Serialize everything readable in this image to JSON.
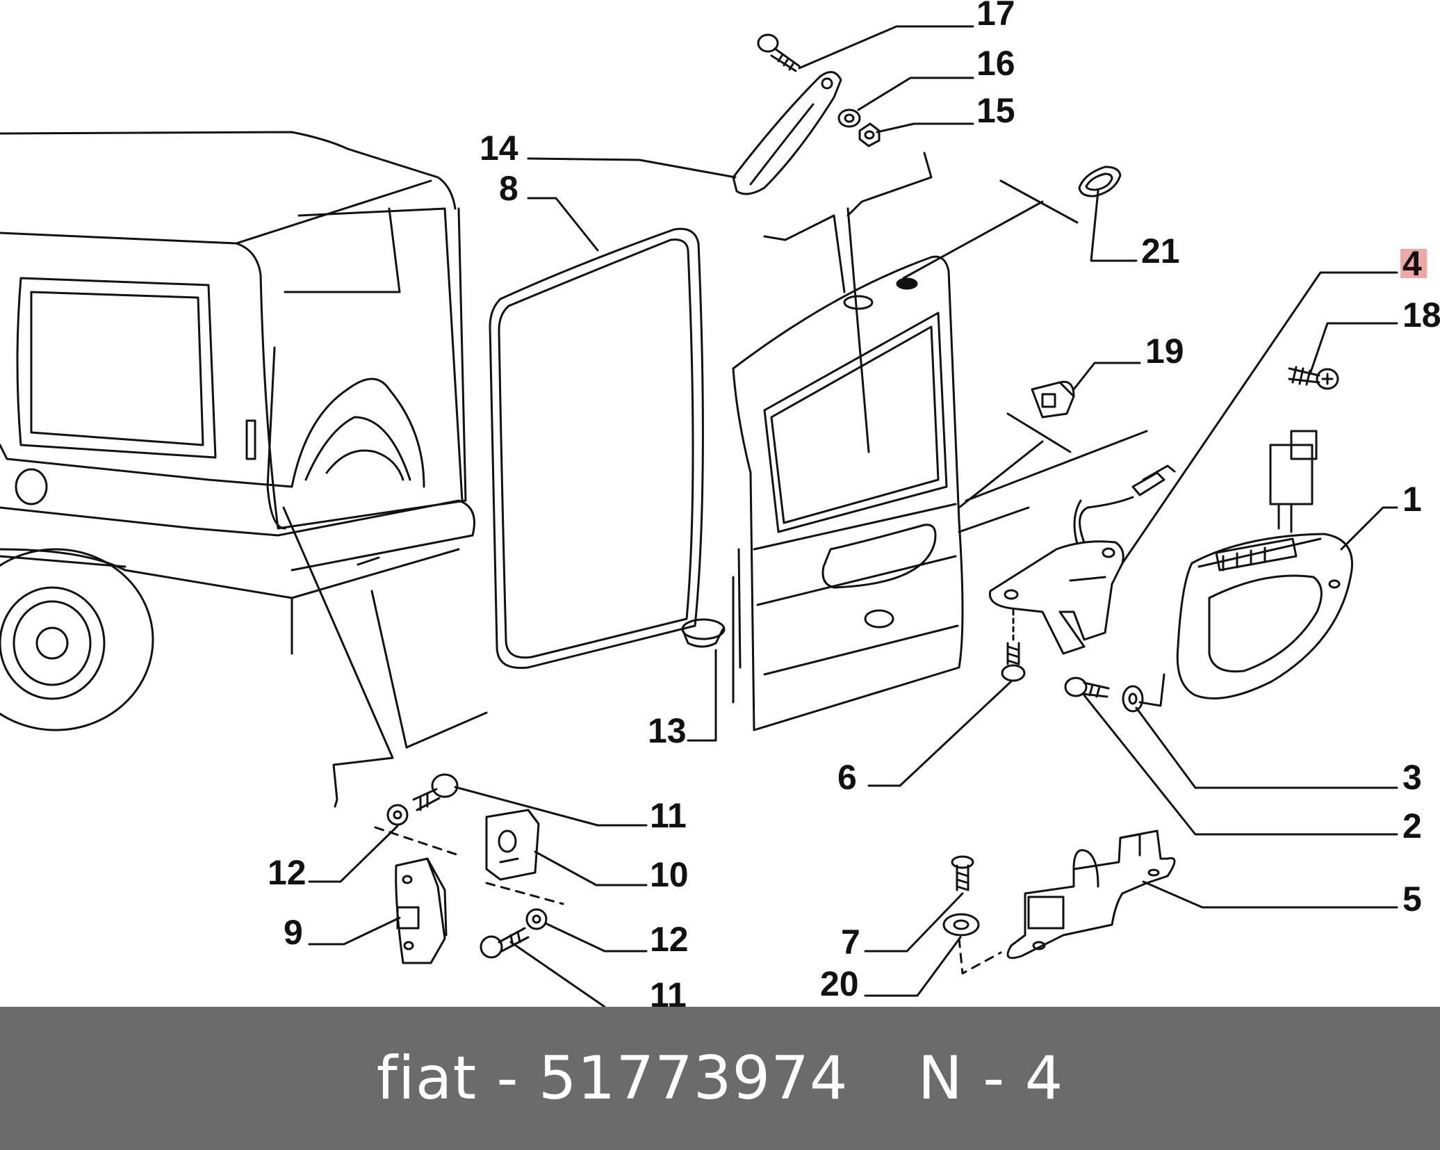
{
  "diagram": {
    "highlight_color": "#f2a7a7",
    "callouts": [
      {
        "id": "17",
        "label": "17"
      },
      {
        "id": "16",
        "label": "16"
      },
      {
        "id": "15",
        "label": "15"
      },
      {
        "id": "14",
        "label": "14"
      },
      {
        "id": "8",
        "label": "8"
      },
      {
        "id": "21",
        "label": "21"
      },
      {
        "id": "4",
        "label": "4",
        "highlighted": true
      },
      {
        "id": "18",
        "label": "18"
      },
      {
        "id": "19",
        "label": "19"
      },
      {
        "id": "1",
        "label": "1"
      },
      {
        "id": "13",
        "label": "13"
      },
      {
        "id": "6",
        "label": "6"
      },
      {
        "id": "3",
        "label": "3"
      },
      {
        "id": "2",
        "label": "2"
      },
      {
        "id": "11a",
        "label": "11"
      },
      {
        "id": "10",
        "label": "10"
      },
      {
        "id": "12a",
        "label": "12"
      },
      {
        "id": "9",
        "label": "9"
      },
      {
        "id": "12b",
        "label": "12"
      },
      {
        "id": "11b",
        "label": "11"
      },
      {
        "id": "5",
        "label": "5"
      },
      {
        "id": "7",
        "label": "7"
      },
      {
        "id": "20",
        "label": "20"
      }
    ]
  },
  "footer": {
    "brand": "fiat",
    "separator": "-",
    "part_number": "51773974",
    "position_label": "N - 4"
  }
}
